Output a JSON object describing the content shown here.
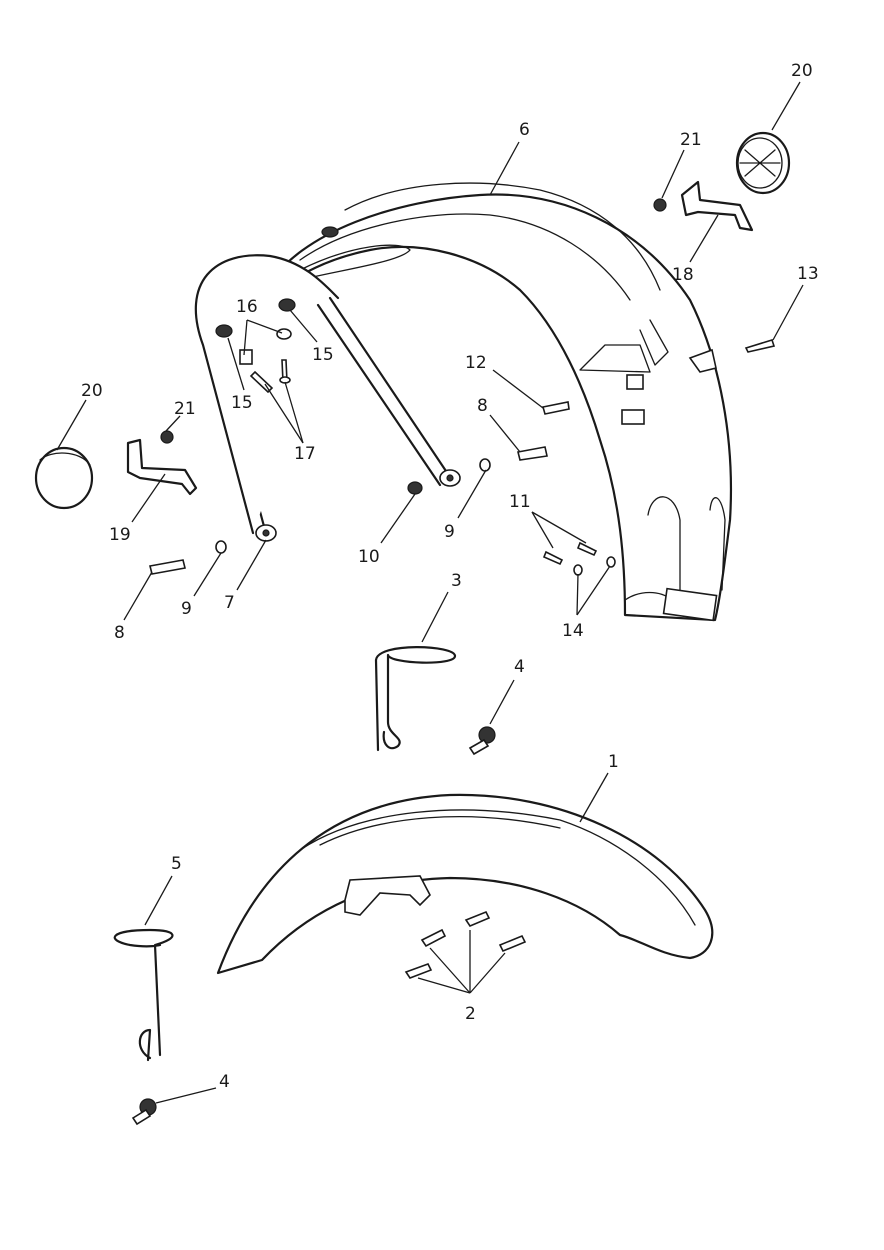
{
  "callouts": {
    "c1": "1",
    "c2": "2",
    "c3": "3",
    "c4a": "4",
    "c4b": "4",
    "c5": "5",
    "c6": "6",
    "c7": "7",
    "c8a": "8",
    "c8b": "8",
    "c9a": "9",
    "c9b": "9",
    "c10": "10",
    "c11": "11",
    "c12": "12",
    "c13": "13",
    "c14": "14",
    "c15a": "15",
    "c15b": "15",
    "c16": "16",
    "c17": "17",
    "c18": "18",
    "c19": "19",
    "c20a": "20",
    "c20b": "20",
    "c21a": "21",
    "c21b": "21"
  }
}
